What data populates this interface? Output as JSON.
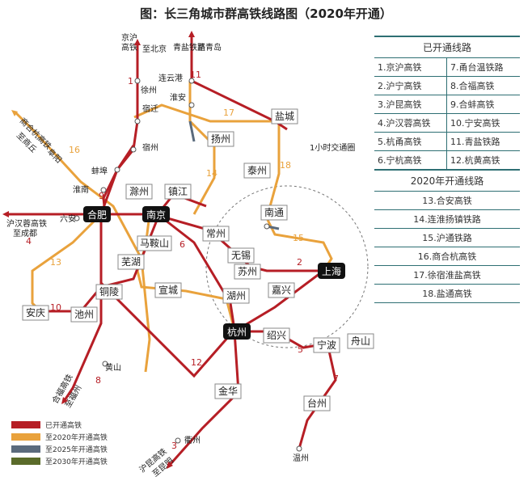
{
  "title": "图：长三角城市群高铁线路图（2020年开通）",
  "cities": {
    "xuzhou": "徐州",
    "lianyungang": "连云港",
    "suqian": "宿迁",
    "huaian": "淮安",
    "yancheng": "盐城",
    "suzhou_ah": "宿州",
    "bengbu": "蚌埠",
    "huainan": "淮南",
    "chuzhou": "滁州",
    "yangzhou": "扬州",
    "taizhou": "泰州",
    "zhenjiang": "镇江",
    "nantong": "南通",
    "hefei": "合肥",
    "nanjing": "南京",
    "luan": "六安",
    "maanshan": "马鞍山",
    "changzhou": "常州",
    "wuxi": "无锡",
    "suzhou": "苏州",
    "wuhu": "芜湖",
    "shanghai": "上海",
    "tongling": "铜陵",
    "xuancheng": "宣城",
    "huzhou": "湖州",
    "jiaxing": "嘉兴",
    "anqing": "安庆",
    "chizhou": "池州",
    "hangzhou": "杭州",
    "shaoxing": "绍兴",
    "ningbo": "宁波",
    "zhoushan": "舟山",
    "huangshan": "黄山",
    "jinhua": "金华",
    "taizhou_zj": "台州",
    "quzhou": "衢州",
    "wenzhou": "温州"
  },
  "route_labels": {
    "jinghu_a": "京沪",
    "jinghu_b": "高铁",
    "to_beijing": "至北京",
    "qingyan": "青盐铁路",
    "to_qingdao": "至青岛",
    "shanghehang": "商合杭高铁",
    "to_shangqiu": "至商丘",
    "to_fuyang": "阜阳",
    "hanrong": "沪汉蓉高铁",
    "to_chengdu": "至成都",
    "hefu": "合福高铁",
    "to_fuzhou": "至福州",
    "hukun": "沪昆高铁",
    "to_kunming": "至昆明",
    "circle": "1小时交通圈"
  },
  "line_numbers": {
    "n1": "1",
    "n2": "2",
    "n3": "3",
    "n4": "4",
    "n5": "5",
    "n6": "6",
    "n7": "7",
    "n8": "8",
    "n9": "9",
    "n10": "10",
    "n11": "11",
    "n12": "12",
    "n13": "13",
    "n14": "14",
    "n15": "15",
    "n16": "16",
    "n17": "17",
    "n18": "18"
  },
  "colors": {
    "open": "#b61e25",
    "y2020": "#e9a23c",
    "y2025": "#5b6b7d",
    "y2030": "#5a6b2a",
    "circle": "#777"
  },
  "panel": {
    "open_title": "已开通线路",
    "open_lines": [
      "1.京沪高铁",
      "7.甬台温铁路",
      "2.沪宁高铁",
      "8.合福高铁",
      "3.沪昆高铁",
      "9.合蚌高铁",
      "4.沪汉蓉高铁",
      "10.宁安高铁",
      "5.杭甬高铁",
      "11.青盐铁路",
      "6.宁杭高铁",
      "12.杭黄高铁"
    ],
    "new_title": "2020年开通线路",
    "new_lines": [
      "13.合安高铁",
      "14.连淮扬镇铁路",
      "15.沪通铁路",
      "16.商合杭高铁",
      "17.徐宿淮盐高铁",
      "18.盐通高铁"
    ]
  },
  "legend": {
    "open": "已开通高铁",
    "y2020": "至2020年开通高铁",
    "y2025": "至2025年开通高铁",
    "y2030": "至2030年开通高铁"
  }
}
